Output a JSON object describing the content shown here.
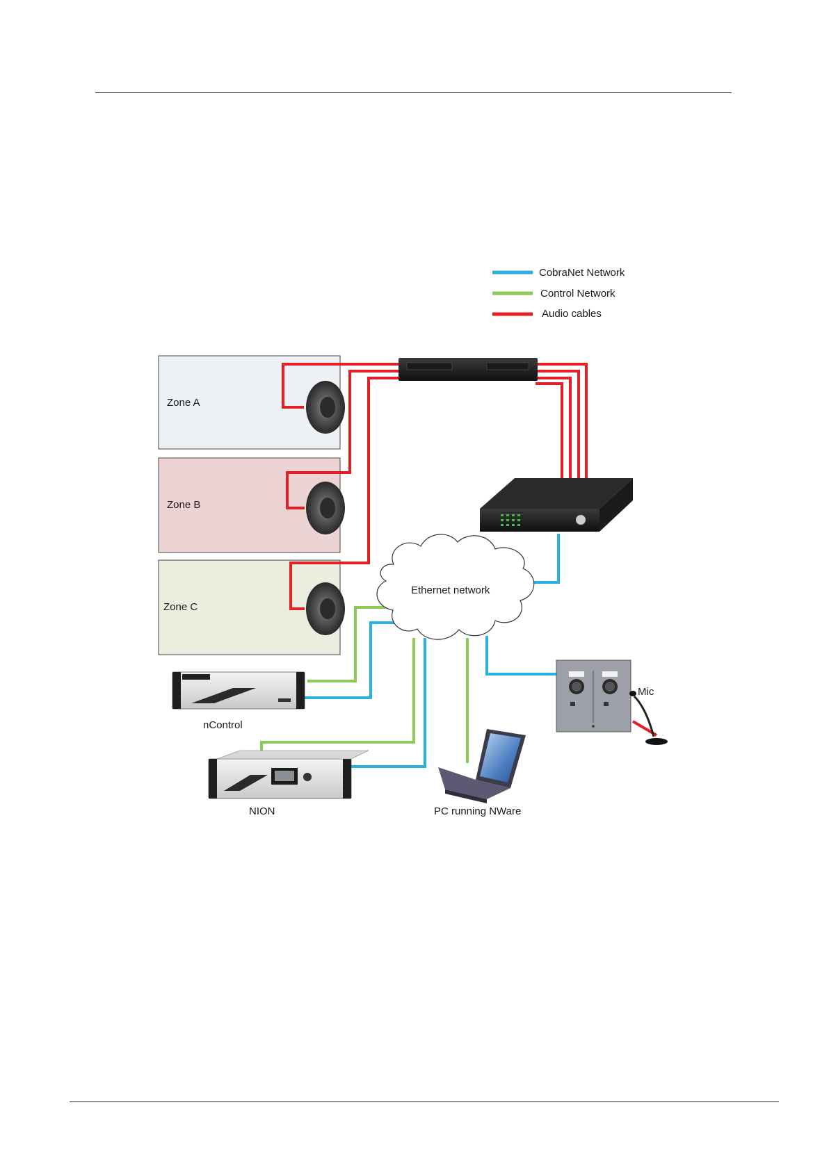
{
  "legend": {
    "items": [
      {
        "label": "CobraNet Network",
        "color": "#2ab0e0"
      },
      {
        "label": "Control Network",
        "color": "#8cc957"
      },
      {
        "label": "Audio cables",
        "color": "#e32026"
      }
    ]
  },
  "zones": [
    {
      "label": "Zone A",
      "fill": "#edf1f6"
    },
    {
      "label": "Zone B",
      "fill": "#ecd4d4"
    },
    {
      "label": "Zone C",
      "fill": "#e9eedf"
    }
  ],
  "cloud": {
    "label": "Ethernet network"
  },
  "devices": {
    "ncontrol": "nControl",
    "nion": "NION",
    "pc": "PC running NWare",
    "mic": "Mic"
  },
  "colors": {
    "cobranet": "#2ab0e0",
    "control": "#8cc957",
    "audio": "#e32026"
  }
}
